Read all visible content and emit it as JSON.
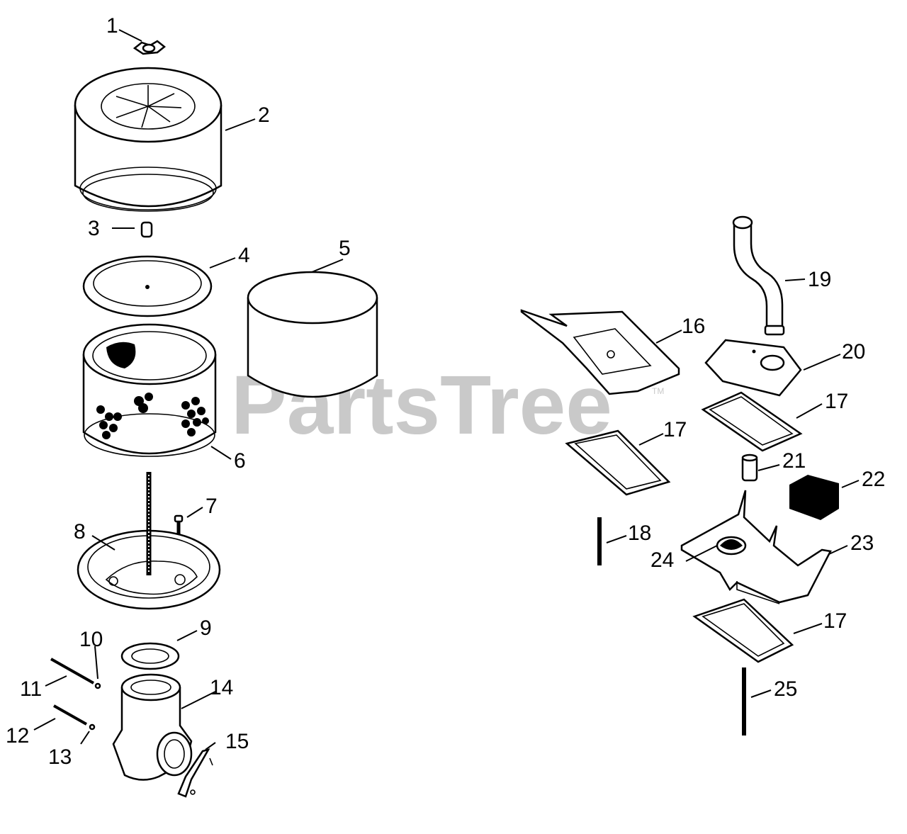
{
  "watermark": {
    "text": "PartsTree",
    "tm": "TM"
  },
  "callouts": [
    "1",
    "2",
    "3",
    "4",
    "5",
    "6",
    "7",
    "8",
    "9",
    "10",
    "11",
    "12",
    "13",
    "14",
    "15",
    "16",
    "17",
    "17",
    "17",
    "18",
    "19",
    "20",
    "21",
    "22",
    "23",
    "24",
    "25"
  ]
}
